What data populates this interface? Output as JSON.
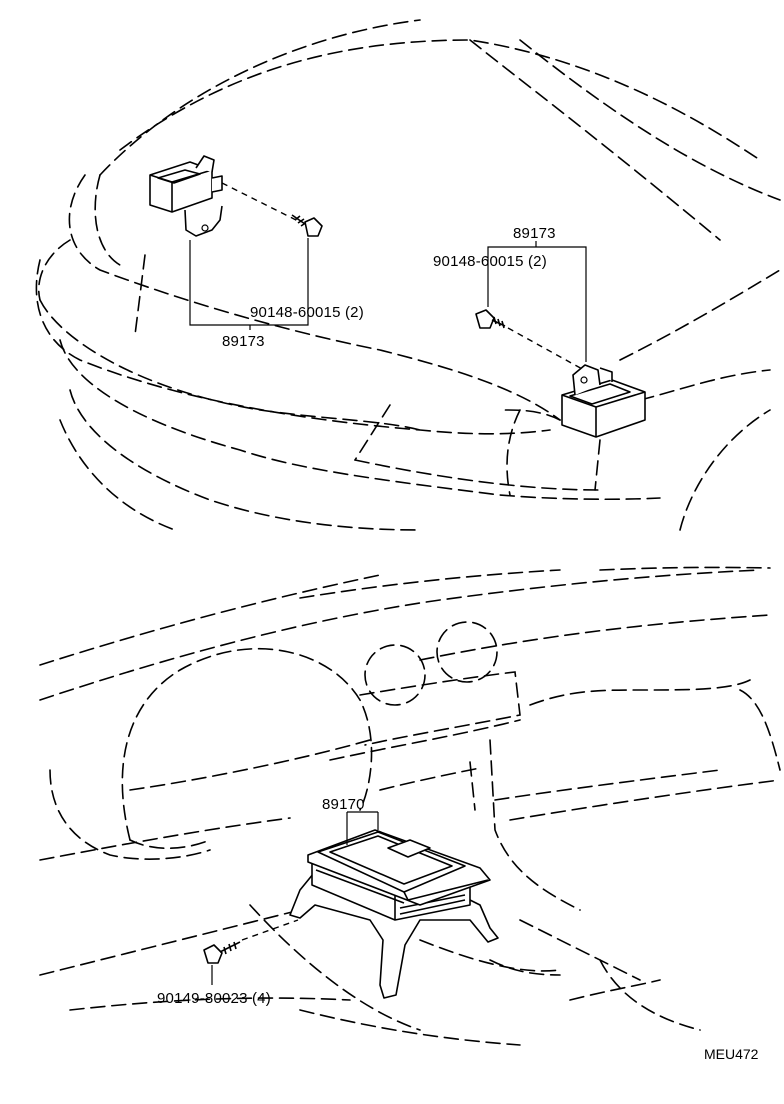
{
  "top_section": {
    "left_sensor": {
      "part_number": "89173",
      "bolt_label": "90148-60015 (2)"
    },
    "right_sensor": {
      "part_number": "89173",
      "bolt_label": "90148-60015 (2)"
    }
  },
  "bottom_section": {
    "ecu": {
      "part_number": "89170",
      "bolt_label": "90149-80023 (4)"
    }
  },
  "figure_code": "MEU472"
}
